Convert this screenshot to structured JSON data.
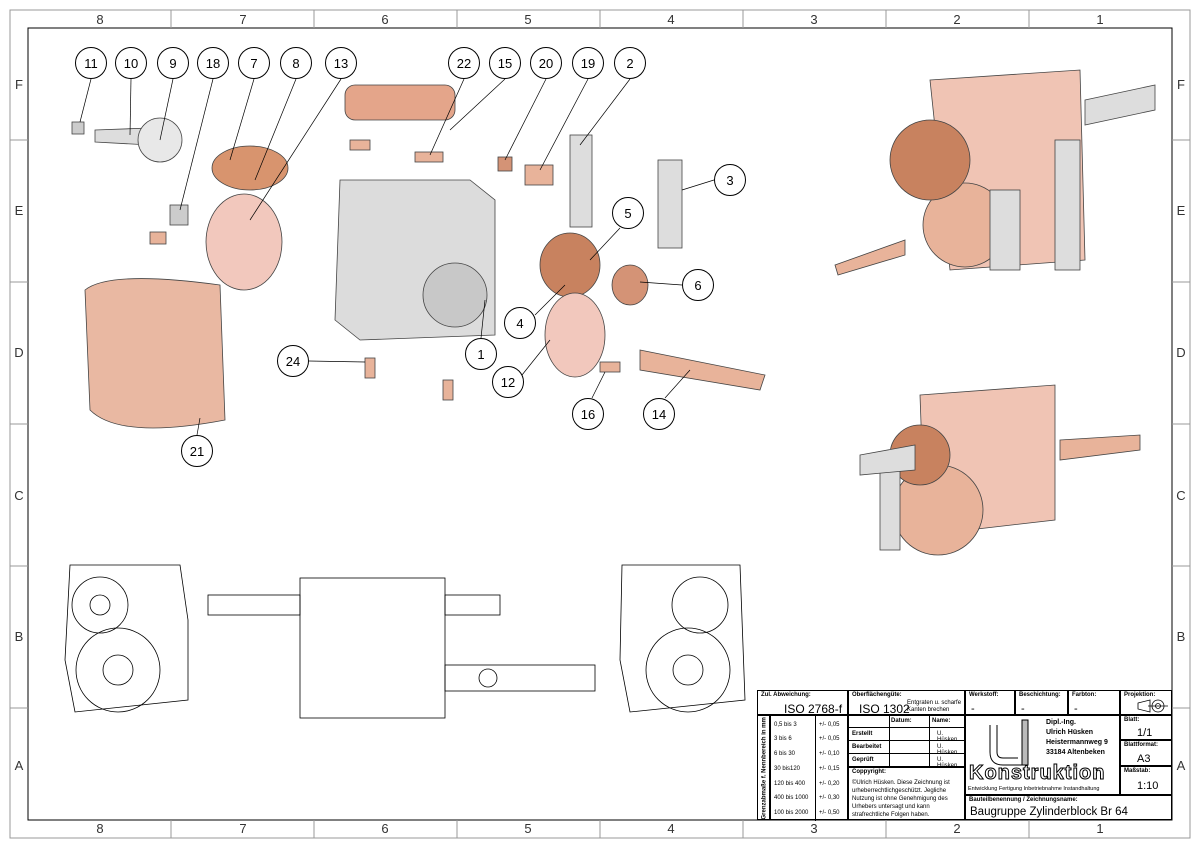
{
  "frame": {
    "columns": [
      "8",
      "7",
      "6",
      "5",
      "4",
      "3",
      "2",
      "1"
    ],
    "rows": [
      "F",
      "E",
      "D",
      "C",
      "B",
      "A"
    ]
  },
  "balloons": [
    "11",
    "10",
    "9",
    "18",
    "7",
    "8",
    "13",
    "22",
    "15",
    "20",
    "19",
    "2",
    "3",
    "5",
    "6",
    "4",
    "1",
    "12",
    "24",
    "16",
    "14",
    "21"
  ],
  "title_block": {
    "tolerance_label": "Zul. Abweichung:",
    "tolerance_value": "ISO 2768-f",
    "surface_label": "Oberflächengüte:",
    "surface_value": "ISO 1302",
    "surface_note": "Entgraten u. scharfe Kanten brechen",
    "range_label": "Grenzabmaße f. Nennbereich in mm",
    "ranges": [
      [
        "0,5 bis 3",
        "+/- 0,05"
      ],
      [
        "3 bis 6",
        "+/- 0,05"
      ],
      [
        "6 bis 30",
        "+/- 0,10"
      ],
      [
        "30 bis120",
        "+/- 0,15"
      ],
      [
        "120 bis 400",
        "+/- 0,20"
      ],
      [
        "400 bis 1000",
        "+/- 0,30"
      ],
      [
        "100 bis 2000",
        "+/- 0,50"
      ]
    ],
    "date_label": "Datum:",
    "name_label": "Name:",
    "rows": [
      [
        "Erstellt",
        "U. Hüsken"
      ],
      [
        "Bearbeitet",
        "U. Hüsken"
      ],
      [
        "Geprüft",
        "U. Hüsken"
      ]
    ],
    "copyright_label": "Coppyright:",
    "copyright_text": "©Ulrich Hüsken. Diese Zeichnung ist urheberrechtlichgeschützt. Jegliche Nutzung ist ohne Genehmigung des Urhebers untersagt und kann strafrechtliche Folgen haben.",
    "material_label": "Werkstoff:",
    "material_value": "-",
    "coating_label": "Beschichtung:",
    "coating_value": "-",
    "color_label": "Farbton:",
    "color_value": "-",
    "projection_label": "Projektion:",
    "company": [
      "Dipl.-Ing.",
      "Ulrich Hüsken",
      "Heistermannweg 9",
      "33184 Altenbeken"
    ],
    "logo_text": "Konstruktion",
    "logo_tagline": "Entwicklung  Fertigung  Inbetriebnahme  Instandhaltung",
    "sheet_label": "Blatt:",
    "sheet_value": "1/1",
    "format_label": "Blattformat:",
    "format_value": "A3",
    "scale_label": "Maßstab:",
    "scale_value": "1:10",
    "drawing_name_label": "Bauteilbenennung / Zeichnungsname:",
    "drawing_name": "Baugruppe Zylinderblock Br 64"
  },
  "colors": {
    "copper": "#e8b39a",
    "copper_dark": "#c8825f",
    "steel": "#d8d8d8"
  }
}
